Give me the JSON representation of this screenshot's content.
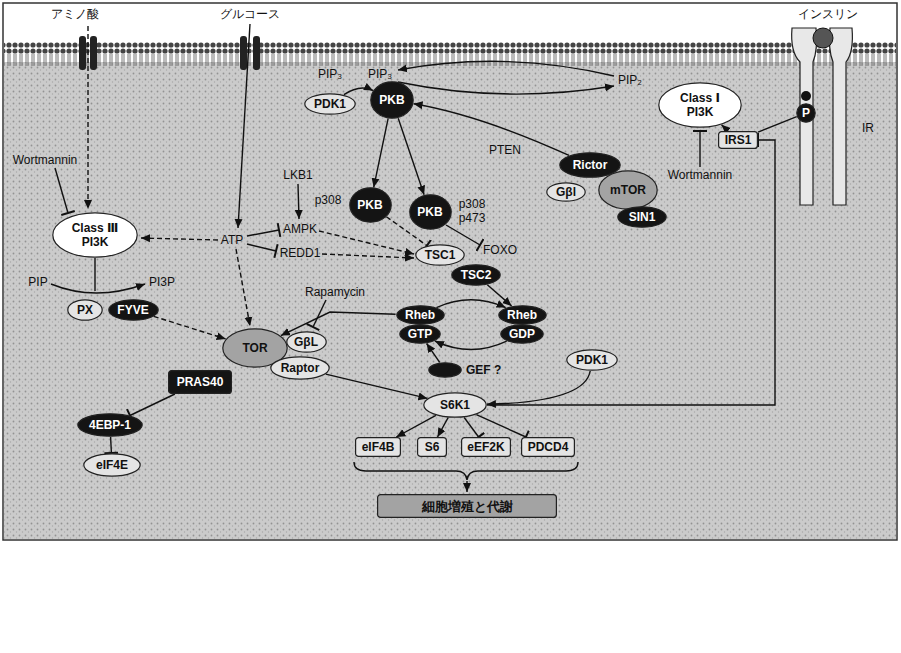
{
  "diagram": {
    "nodes": [
      {
        "text": [
          "PDK1"
        ]
      },
      {
        "text": [
          "PKB"
        ]
      },
      {
        "text": [
          "Class Ⅰ PI3K"
        ]
      },
      {
        "text": [
          "IRS1"
        ]
      },
      {
        "text": [
          "P"
        ]
      },
      {
        "text": [
          "Rictor"
        ]
      },
      {
        "text": [
          "Gβl"
        ]
      },
      {
        "text": [
          "mTOR"
        ]
      },
      {
        "text": [
          "SIN1"
        ]
      },
      {
        "text": [
          "PKB"
        ]
      },
      {
        "text": [
          "PKB"
        ]
      },
      {
        "text": [
          "Class Ⅲ PI3K"
        ]
      },
      {
        "text": [
          "TSC1"
        ]
      },
      {
        "text": [
          "TSC2"
        ]
      },
      {
        "text": [
          "PX"
        ]
      },
      {
        "text": [
          "FYVE"
        ]
      },
      {
        "text": [
          "Rheb"
        ]
      },
      {
        "text": [
          "GTP"
        ]
      },
      {
        "text": [
          "Rheb"
        ]
      },
      {
        "text": [
          "GDP"
        ]
      },
      {
        "text": [
          "TOR"
        ]
      },
      {
        "text": [
          "GβL"
        ]
      },
      {
        "text": [
          "Raptor"
        ]
      },
      {
        "text": [
          "PRAS40"
        ]
      },
      {
        "text": [
          "PDK1"
        ]
      },
      {
        "text": [
          "GEF ?"
        ]
      },
      {
        "text": [
          "S6K1"
        ]
      },
      {
        "text": [
          "4EBP-1"
        ]
      },
      {
        "text": [
          "eIF4E"
        ]
      },
      {
        "text": [
          "eIF4B"
        ]
      },
      {
        "text": [
          "S6"
        ]
      },
      {
        "text": [
          "eEF2K"
        ]
      },
      {
        "text": [
          "PDCD4"
        ]
      },
      {
        "text": [
          "細胞増殖と代謝"
        ]
      }
    ],
    "edges": [
      {
        "from": 0,
        "to": 1,
        "arrow": "to"
      },
      {
        "from": 5,
        "to": 1,
        "arrow": "to"
      },
      {
        "from": 1,
        "to": 9,
        "arrow": "to"
      },
      {
        "from": 1,
        "to": 10,
        "arrow": "to"
      },
      {
        "from": 4,
        "to": 3,
        "arrow": "none"
      },
      {
        "from": 3,
        "to": 2,
        "arrow": "to"
      },
      {
        "from": 9,
        "to": 12,
        "arrow": "to"
      },
      {
        "from": 13,
        "to": 18,
        "arrow": "to"
      },
      {
        "from": 16,
        "to": 18,
        "arrow": "to"
      },
      {
        "from": 19,
        "to": 17,
        "arrow": "to"
      },
      {
        "from": 25,
        "to": 17,
        "arrow": "to"
      },
      {
        "from": 16,
        "to": 20,
        "arrow": "to"
      },
      {
        "from": 15,
        "to": 20,
        "arrow": "to"
      },
      {
        "from": 22,
        "to": 26,
        "arrow": "to"
      },
      {
        "from": 23,
        "to": 27,
        "arrow": "to"
      },
      {
        "from": 27,
        "to": 28,
        "arrow": "to"
      },
      {
        "from": 24,
        "to": 26,
        "arrow": "to"
      },
      {
        "from": 26,
        "to": 3,
        "arrow": "to"
      },
      {
        "from": 26,
        "to": 29,
        "arrow": "to"
      },
      {
        "from": 26,
        "to": 30,
        "arrow": "to"
      },
      {
        "from": 26,
        "to": 31,
        "arrow": "to"
      },
      {
        "from": 26,
        "to": 32,
        "arrow": "to"
      }
    ],
    "labels": [
      "アミノ酸",
      "グルコース",
      "インスリン",
      "PIP₃",
      "PIP₃",
      "PIP₂",
      "PTEN",
      "IR",
      "Wortmannin",
      "Wortmannin",
      "LKB1",
      "p308",
      "p308",
      "p473",
      "ATP",
      "AMPK",
      "FOXO",
      "REDD1",
      "PIP",
      "PI3P",
      "Rapamycin"
    ]
  }
}
